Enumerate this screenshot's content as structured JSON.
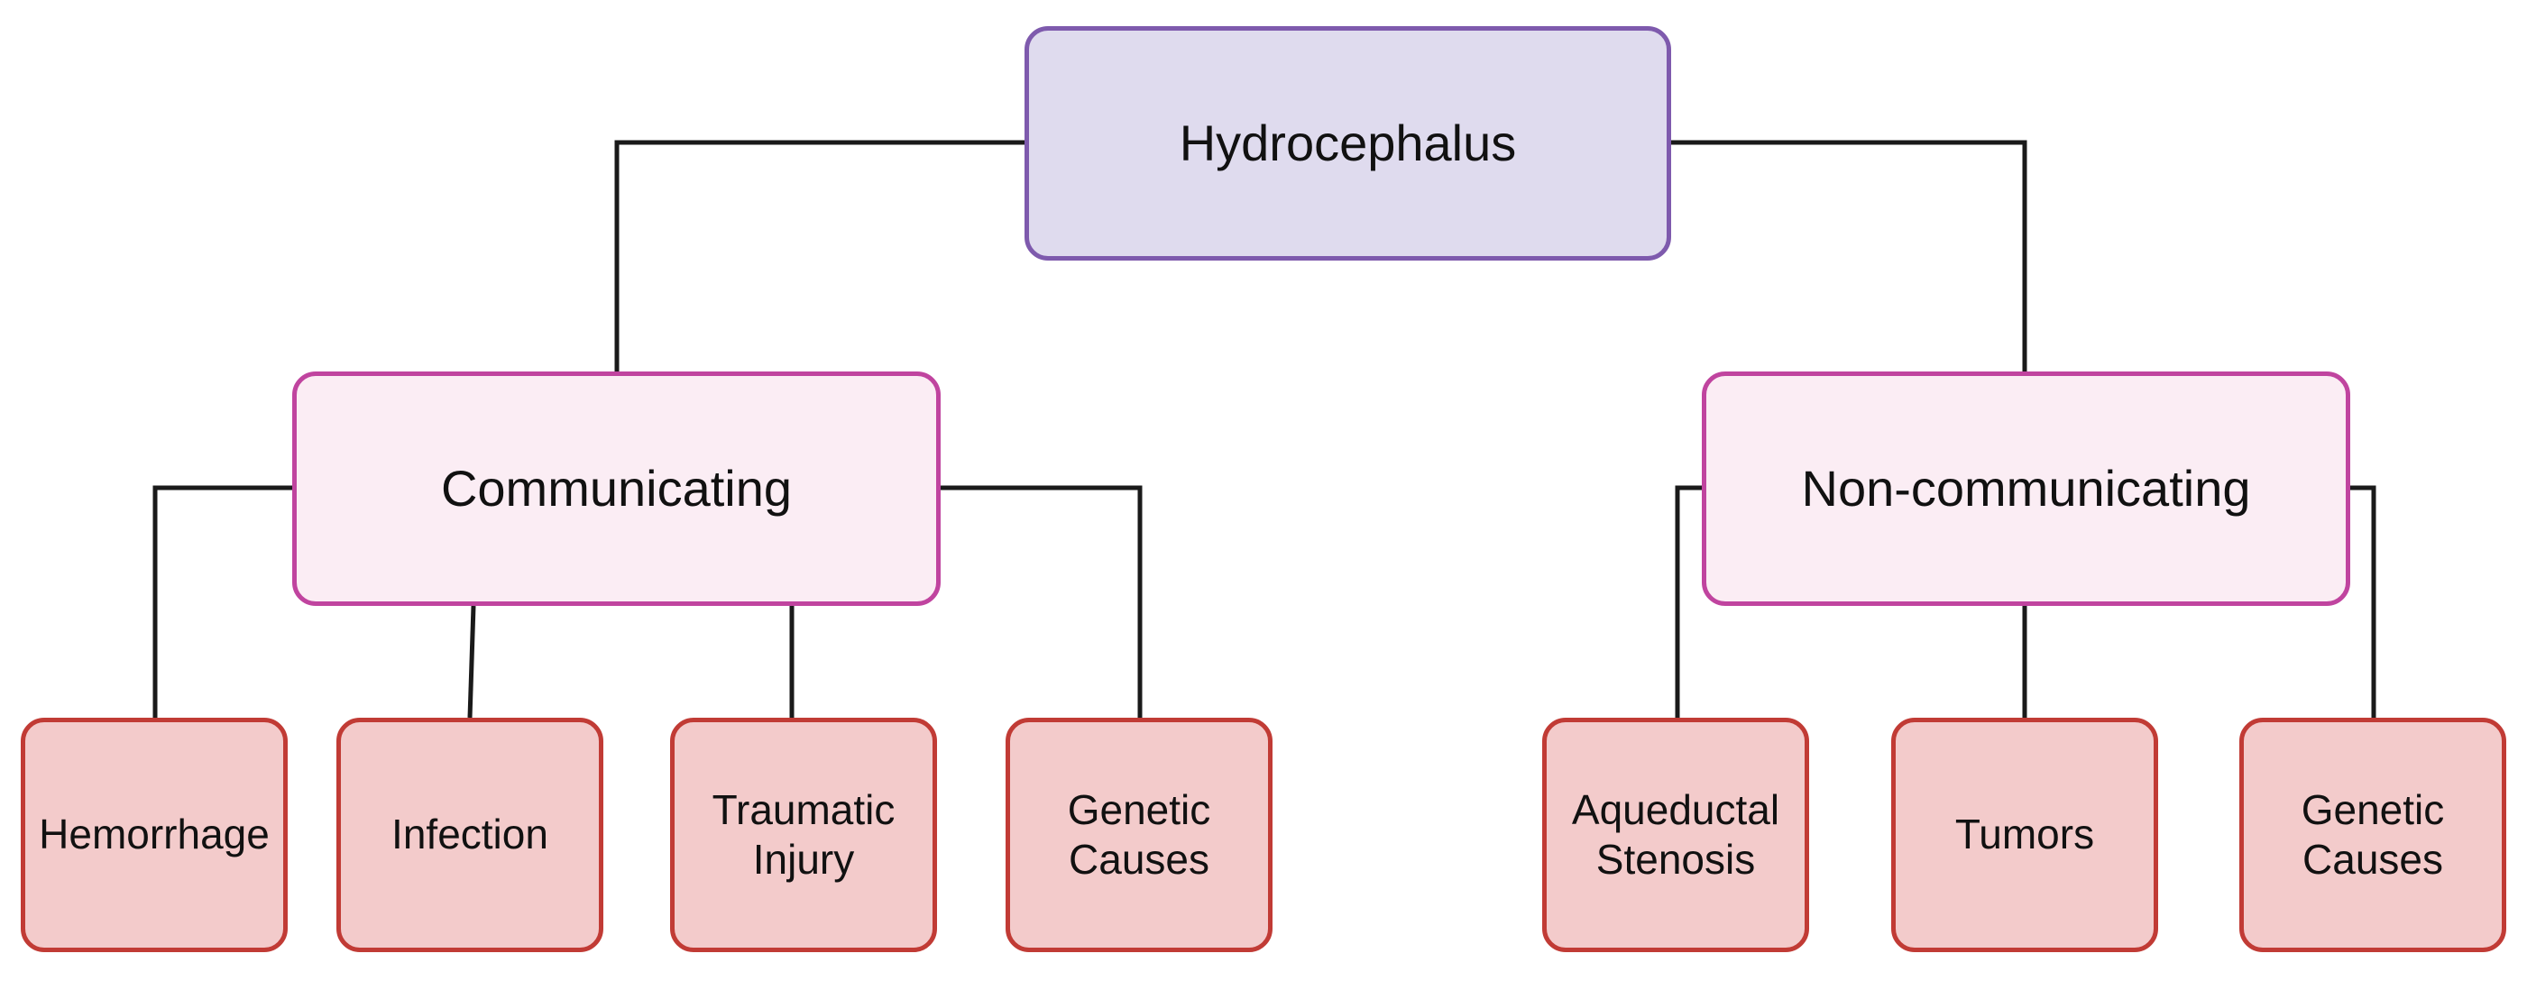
{
  "diagram": {
    "root": {
      "label": "Hydrocephalus"
    },
    "branches": [
      {
        "label": "Communicating",
        "children": [
          {
            "label": "Hemorrhage"
          },
          {
            "label": "Infection"
          },
          {
            "label": "Traumatic\nInjury"
          },
          {
            "label": "Genetic\nCauses"
          }
        ]
      },
      {
        "label": "Non-communicating",
        "children": [
          {
            "label": "Aqueductal\nStenosis"
          },
          {
            "label": "Tumors"
          },
          {
            "label": "Genetic\nCauses"
          }
        ]
      }
    ],
    "colors": {
      "root_fill": "#dfdbee",
      "root_border": "#7e5aad",
      "branch_fill": "#fbedf4",
      "branch_border": "#c0449f",
      "leaf_fill": "#f3cbcb",
      "leaf_border": "#c13b35",
      "connector": "#1a1a1a"
    }
  }
}
